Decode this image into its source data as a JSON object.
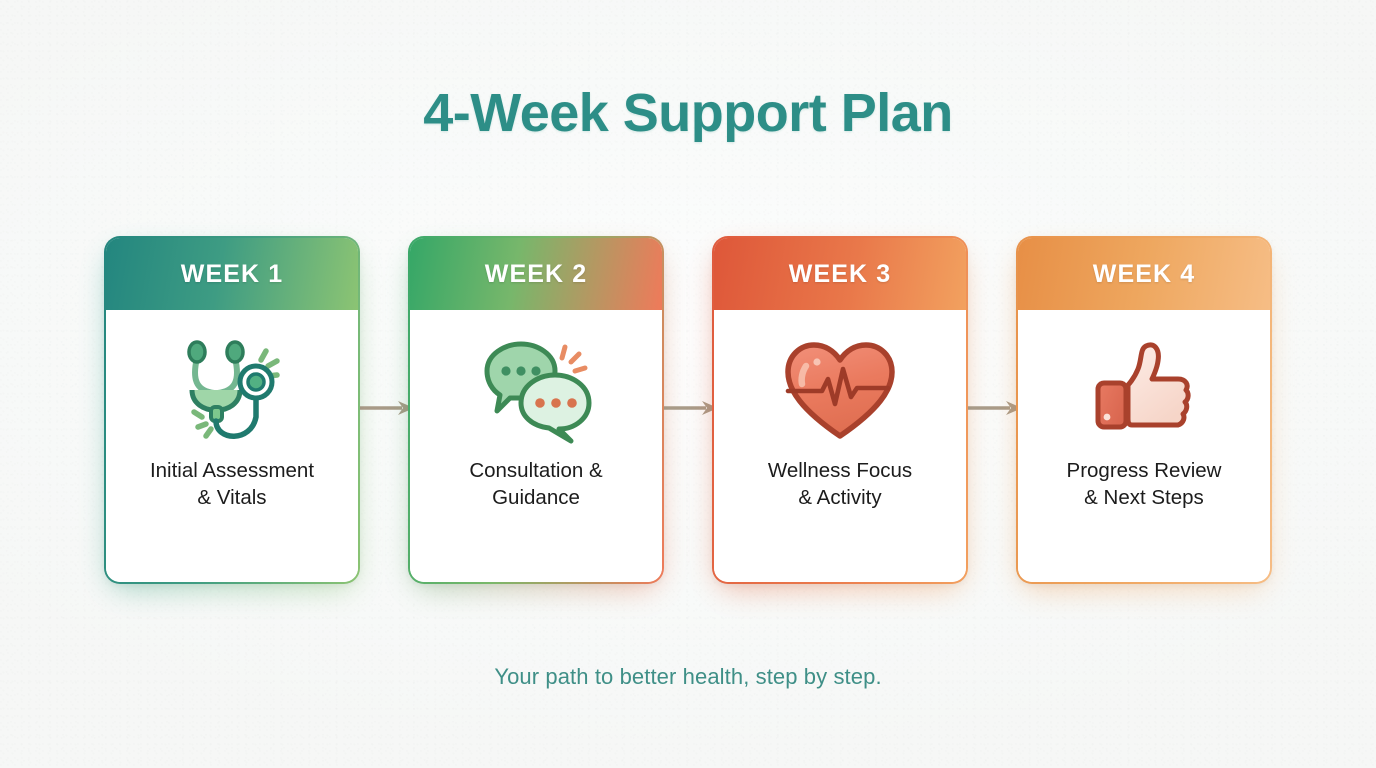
{
  "title": "4-Week Support Plan",
  "footer": "Your path to better health, step by step.",
  "colors": {
    "title": "#2d8e87",
    "footer": "#3f8f87",
    "background": "#fafafa",
    "label_text": "#1c1c1c",
    "arrow": "#a89a87",
    "week1_start": "#23867f",
    "week1_end": "#8cc473",
    "week2_start": "#3aa86a",
    "week2_end": "#ef7a5a",
    "week3_start": "#df5a3d",
    "week3_end": "#f2a05f",
    "week4_start": "#e8924a",
    "week4_end": "#f6bd85"
  },
  "steps": [
    {
      "header": "WEEK 1",
      "label": "Initial Assessment\n& Vitals",
      "icon": "stethoscope-icon"
    },
    {
      "header": "WEEK 2",
      "label": "Consultation &\nGuidance",
      "icon": "chat-bubbles-icon"
    },
    {
      "header": "WEEK 3",
      "label": "Wellness Focus\n& Activity",
      "icon": "heart-pulse-icon"
    },
    {
      "header": "WEEK 4",
      "label": "Progress Review\n& Next Steps",
      "icon": "thumbs-up-icon"
    }
  ],
  "connectors": [
    {
      "icon": "arrow-right-icon"
    },
    {
      "icon": "arrow-right-icon"
    },
    {
      "icon": "arrow-right-icon"
    }
  ]
}
